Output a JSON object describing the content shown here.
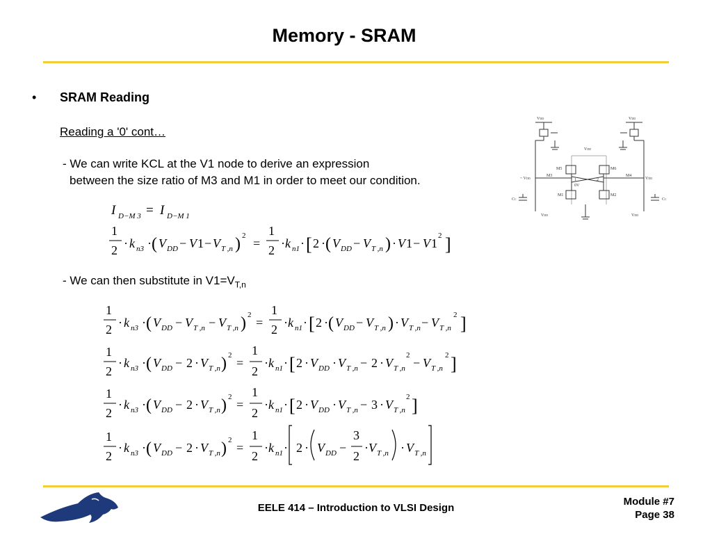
{
  "slide": {
    "title": "Memory - SRAM",
    "bullet": "•",
    "heading": "SRAM Reading",
    "subheading": "Reading a '0' cont…",
    "line1a": "- We can write KCL at the V1 node to derive an expression",
    "line1b": "between the size ratio of M3 and M1 in order to meet our condition.",
    "line2_prefix": "- We can then substitute in V1=V",
    "line2_sub": "T,n"
  },
  "circuit": {
    "vdd": "V",
    "vdd_sub": "DD",
    "labels": [
      "M5",
      "M6",
      "M3",
      "M4",
      "M1",
      "M2"
    ],
    "node1": "1",
    "node2": "2",
    "zero_v": "0V",
    "bitline_left": "~ V",
    "cap_left": "C",
    "cap_left_sub": "C",
    "cap_right": "C",
    "cap_right_sub": "C"
  },
  "footer": {
    "course": "EELE 414 – Introduction to VLSI Design",
    "module": "Module #7",
    "page": "Page 38"
  }
}
